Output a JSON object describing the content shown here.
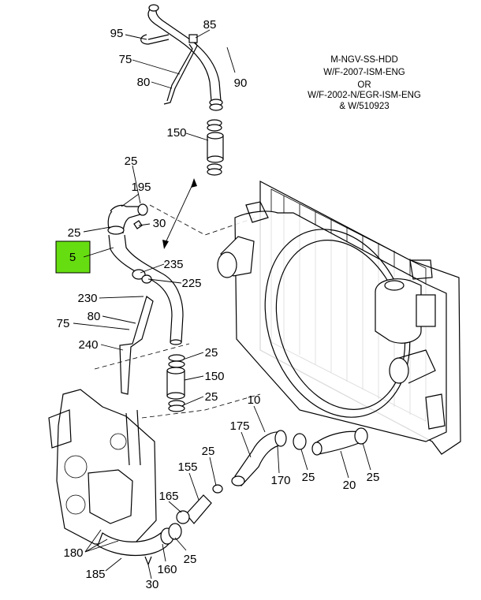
{
  "note": {
    "lines": [
      "M-NGV-SS-HDD",
      "W/F-2007-ISM-ENG",
      "OR",
      "W/F-2002-N/EGR-ISM-ENG",
      "& W/510923"
    ]
  },
  "highlight": {
    "label": "5",
    "color": "#66dd11"
  },
  "parts": {
    "p95": "95",
    "p85": "85",
    "p75_top": "75",
    "p90": "90",
    "p80_top": "80",
    "p150_top": "150",
    "p25_a": "25",
    "p195": "195",
    "p30_top": "30",
    "p25_b": "25",
    "p235": "235",
    "p225": "225",
    "p230": "230",
    "p80_mid": "80",
    "p75_mid": "75",
    "p240": "240",
    "p25_c": "25",
    "p150_mid": "150",
    "p25_d": "25",
    "p10": "10",
    "p175": "175",
    "p170": "170",
    "p25_e": "25",
    "p20": "20",
    "p25_f": "25",
    "p25_g": "25",
    "p155": "155",
    "p165": "165",
    "p180": "180",
    "p160": "160",
    "p25_h": "25",
    "p185": "185",
    "p30_bot": "30"
  }
}
